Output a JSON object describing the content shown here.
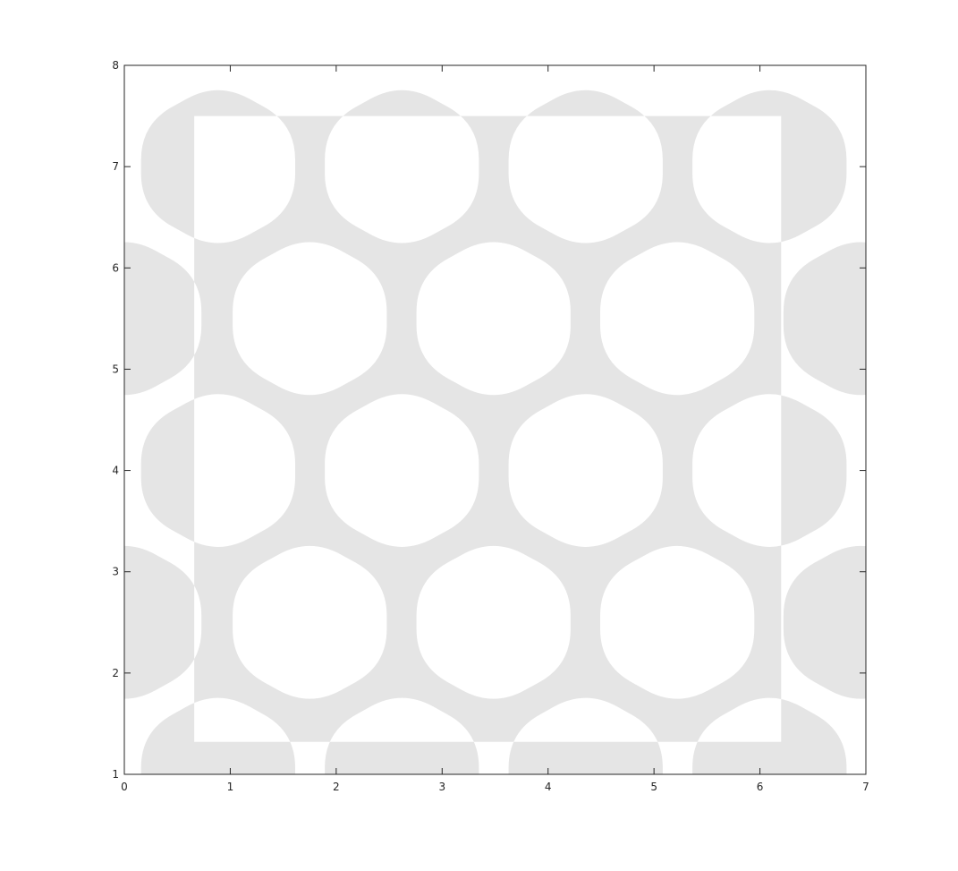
{
  "chart_data": {
    "type": "area",
    "title": "",
    "xlabel": "",
    "ylabel": "",
    "xlim": [
      0,
      7
    ],
    "ylim": [
      1,
      8
    ],
    "xticks": [
      "0",
      "1",
      "2",
      "3",
      "4",
      "5",
      "6",
      "7"
    ],
    "yticks": [
      "1",
      "2",
      "3",
      "4",
      "5",
      "6",
      "7",
      "8"
    ],
    "grid": false,
    "fill_color": "#e5e5e5",
    "axis_color": "#262626",
    "description_pattern": "hexagonal honeycomb lattice",
    "lattice": {
      "hex_centers": [
        [
          1.75,
          5.5
        ],
        [
          3.485,
          5.5
        ],
        [
          5.22,
          5.5
        ],
        [
          2.62,
          4.0
        ],
        [
          4.355,
          4.0
        ],
        [
          1.75,
          2.5
        ],
        [
          3.485,
          2.5
        ],
        [
          5.22,
          2.5
        ]
      ],
      "hole_half_width": 0.77,
      "hole_vertex_radius": 0.84,
      "region": {
        "x": [
          0.66,
          6.2
        ],
        "y": [
          1.32,
          7.5
        ]
      }
    }
  }
}
